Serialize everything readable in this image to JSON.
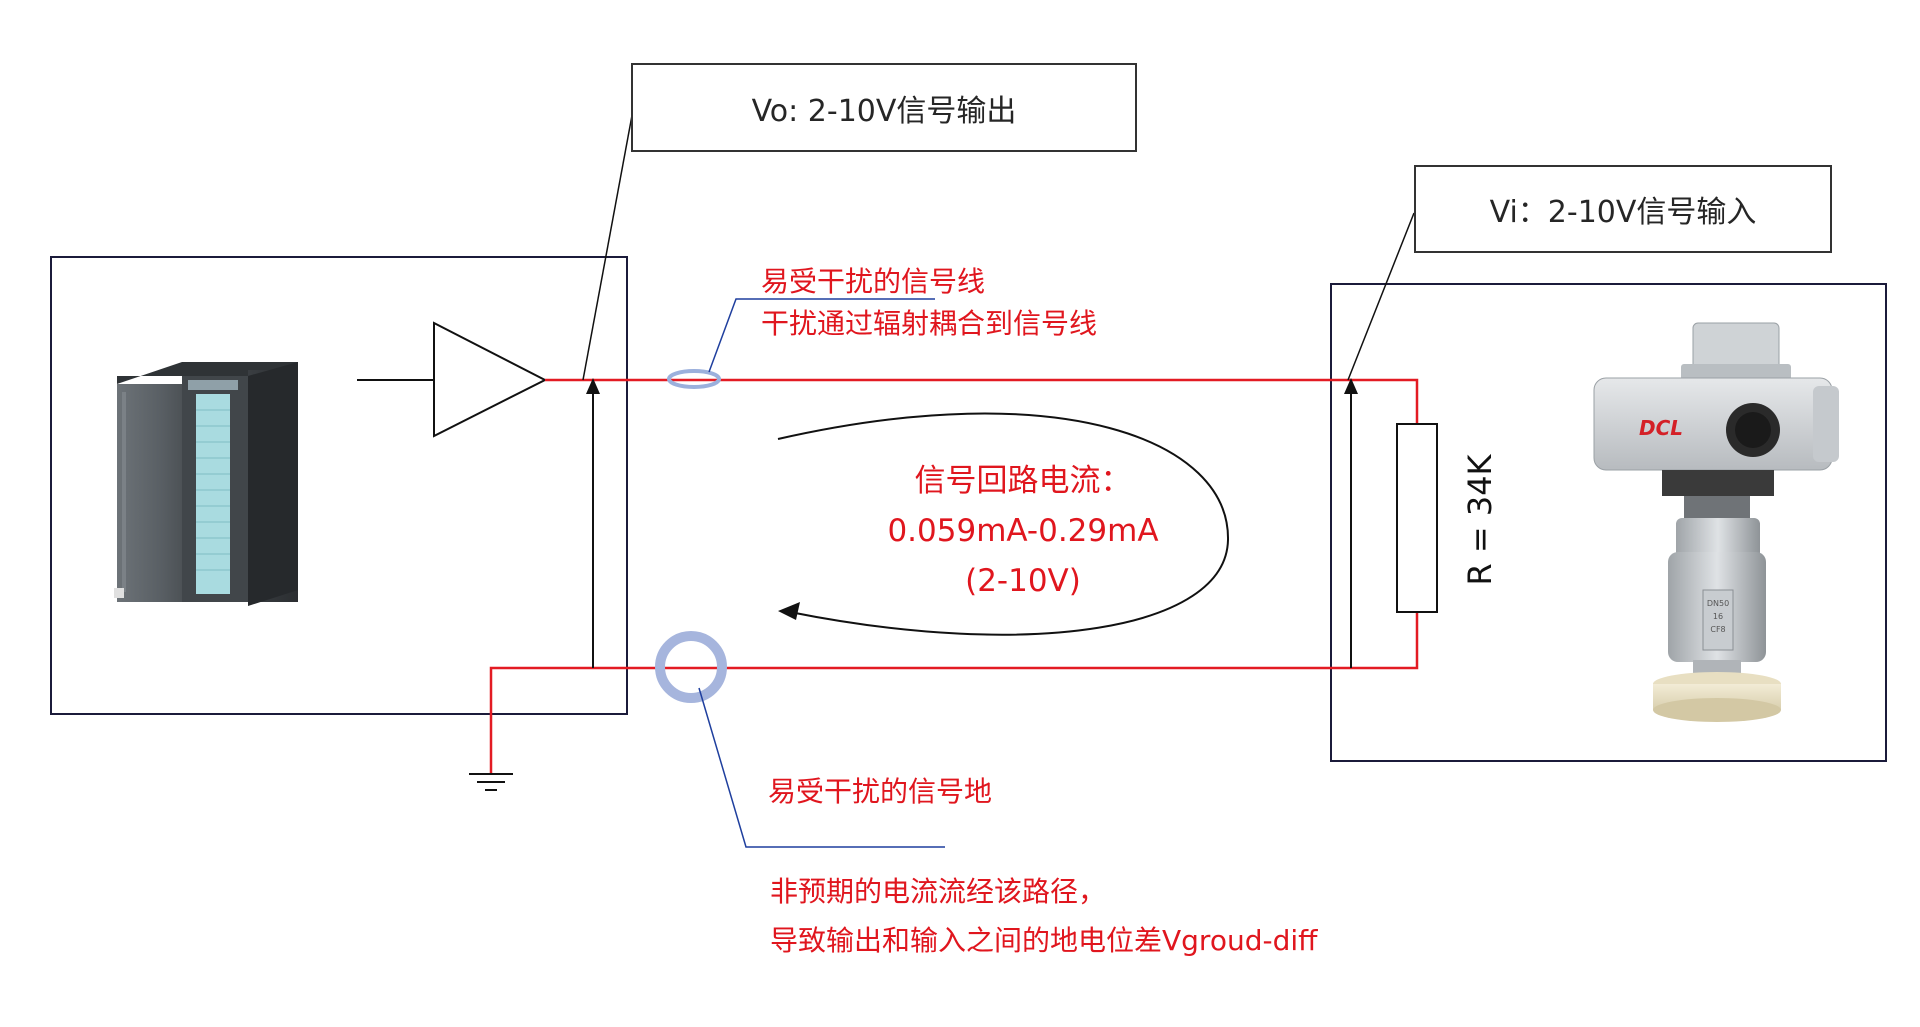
{
  "colors": {
    "signal_wire": "#e31b23",
    "callout_line": "#1f3f9e",
    "outline": "#1b1b3a",
    "annotation_text": "#e0161e",
    "ring": "#9bb0dc"
  },
  "callouts": {
    "vo": "Vo: 2-10V信号输出",
    "vi": "Vi：2-10V信号输入"
  },
  "annotations": {
    "signal_line_line1": "易受干扰的信号线",
    "signal_line_line2": "干扰通过辐射耦合到信号线",
    "signal_ground": "易受干扰的信号地",
    "unexpected_line1": "非预期的电流流经该路径，",
    "unexpected_line2": "导致输出和输入之间的地电位差Vgroud-diff"
  },
  "loop_current": {
    "line1": "信号回路电流：",
    "line2": "0.059mA-0.29mA",
    "line3": "(2-10V)"
  },
  "resistor": {
    "label": "R = 34K"
  },
  "valve": {
    "brand": "DCL",
    "body_text": [
      "DN50",
      "16",
      "CF8"
    ]
  },
  "icons": [
    "plc-module-icon",
    "amplifier-triangle-icon",
    "ground-symbol-icon",
    "electric-valve-actuator-icon"
  ]
}
